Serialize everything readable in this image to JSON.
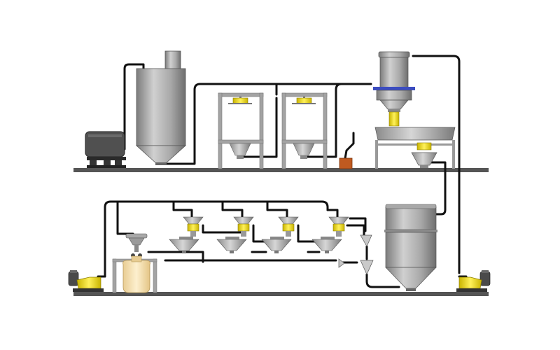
{
  "diagram": {
    "kind": "pneumatic conveying process schematic",
    "colors": {
      "background": "#ffffff",
      "floor": "#555555",
      "vessel_light": "#c4c4c4",
      "vessel_mid": "#a9a9a9",
      "vessel_dark": "#7b7b7b",
      "pipe": "#111111",
      "frame": "#a3a3a3",
      "valve_yellow": "#f5e000",
      "pump_dark": "#4a4a4a",
      "bag": "#f8e2b4",
      "rust_box": "#c05a20",
      "flange_blue": "#3b4cc0"
    },
    "upper_level": {
      "blower": "blower-unit",
      "silo": "storage-silo",
      "stations": [
        "bag-dump-station-1",
        "bag-dump-station-2"
      ],
      "receiver": "vacuum-receiver",
      "sifter": "sifter-table",
      "controller": "control-box"
    },
    "lower_level": {
      "bulk_bag_unloader": "bulk-bag-unloader",
      "hoppers": [
        "hopper-1",
        "hopper-2",
        "hopper-3",
        "hopper-4"
      ],
      "day_bin": "day-bin",
      "blowers": [
        "blower-left",
        "blower-right"
      ],
      "diverters": [
        "diverter-valve-1",
        "diverter-valve-2"
      ]
    }
  }
}
